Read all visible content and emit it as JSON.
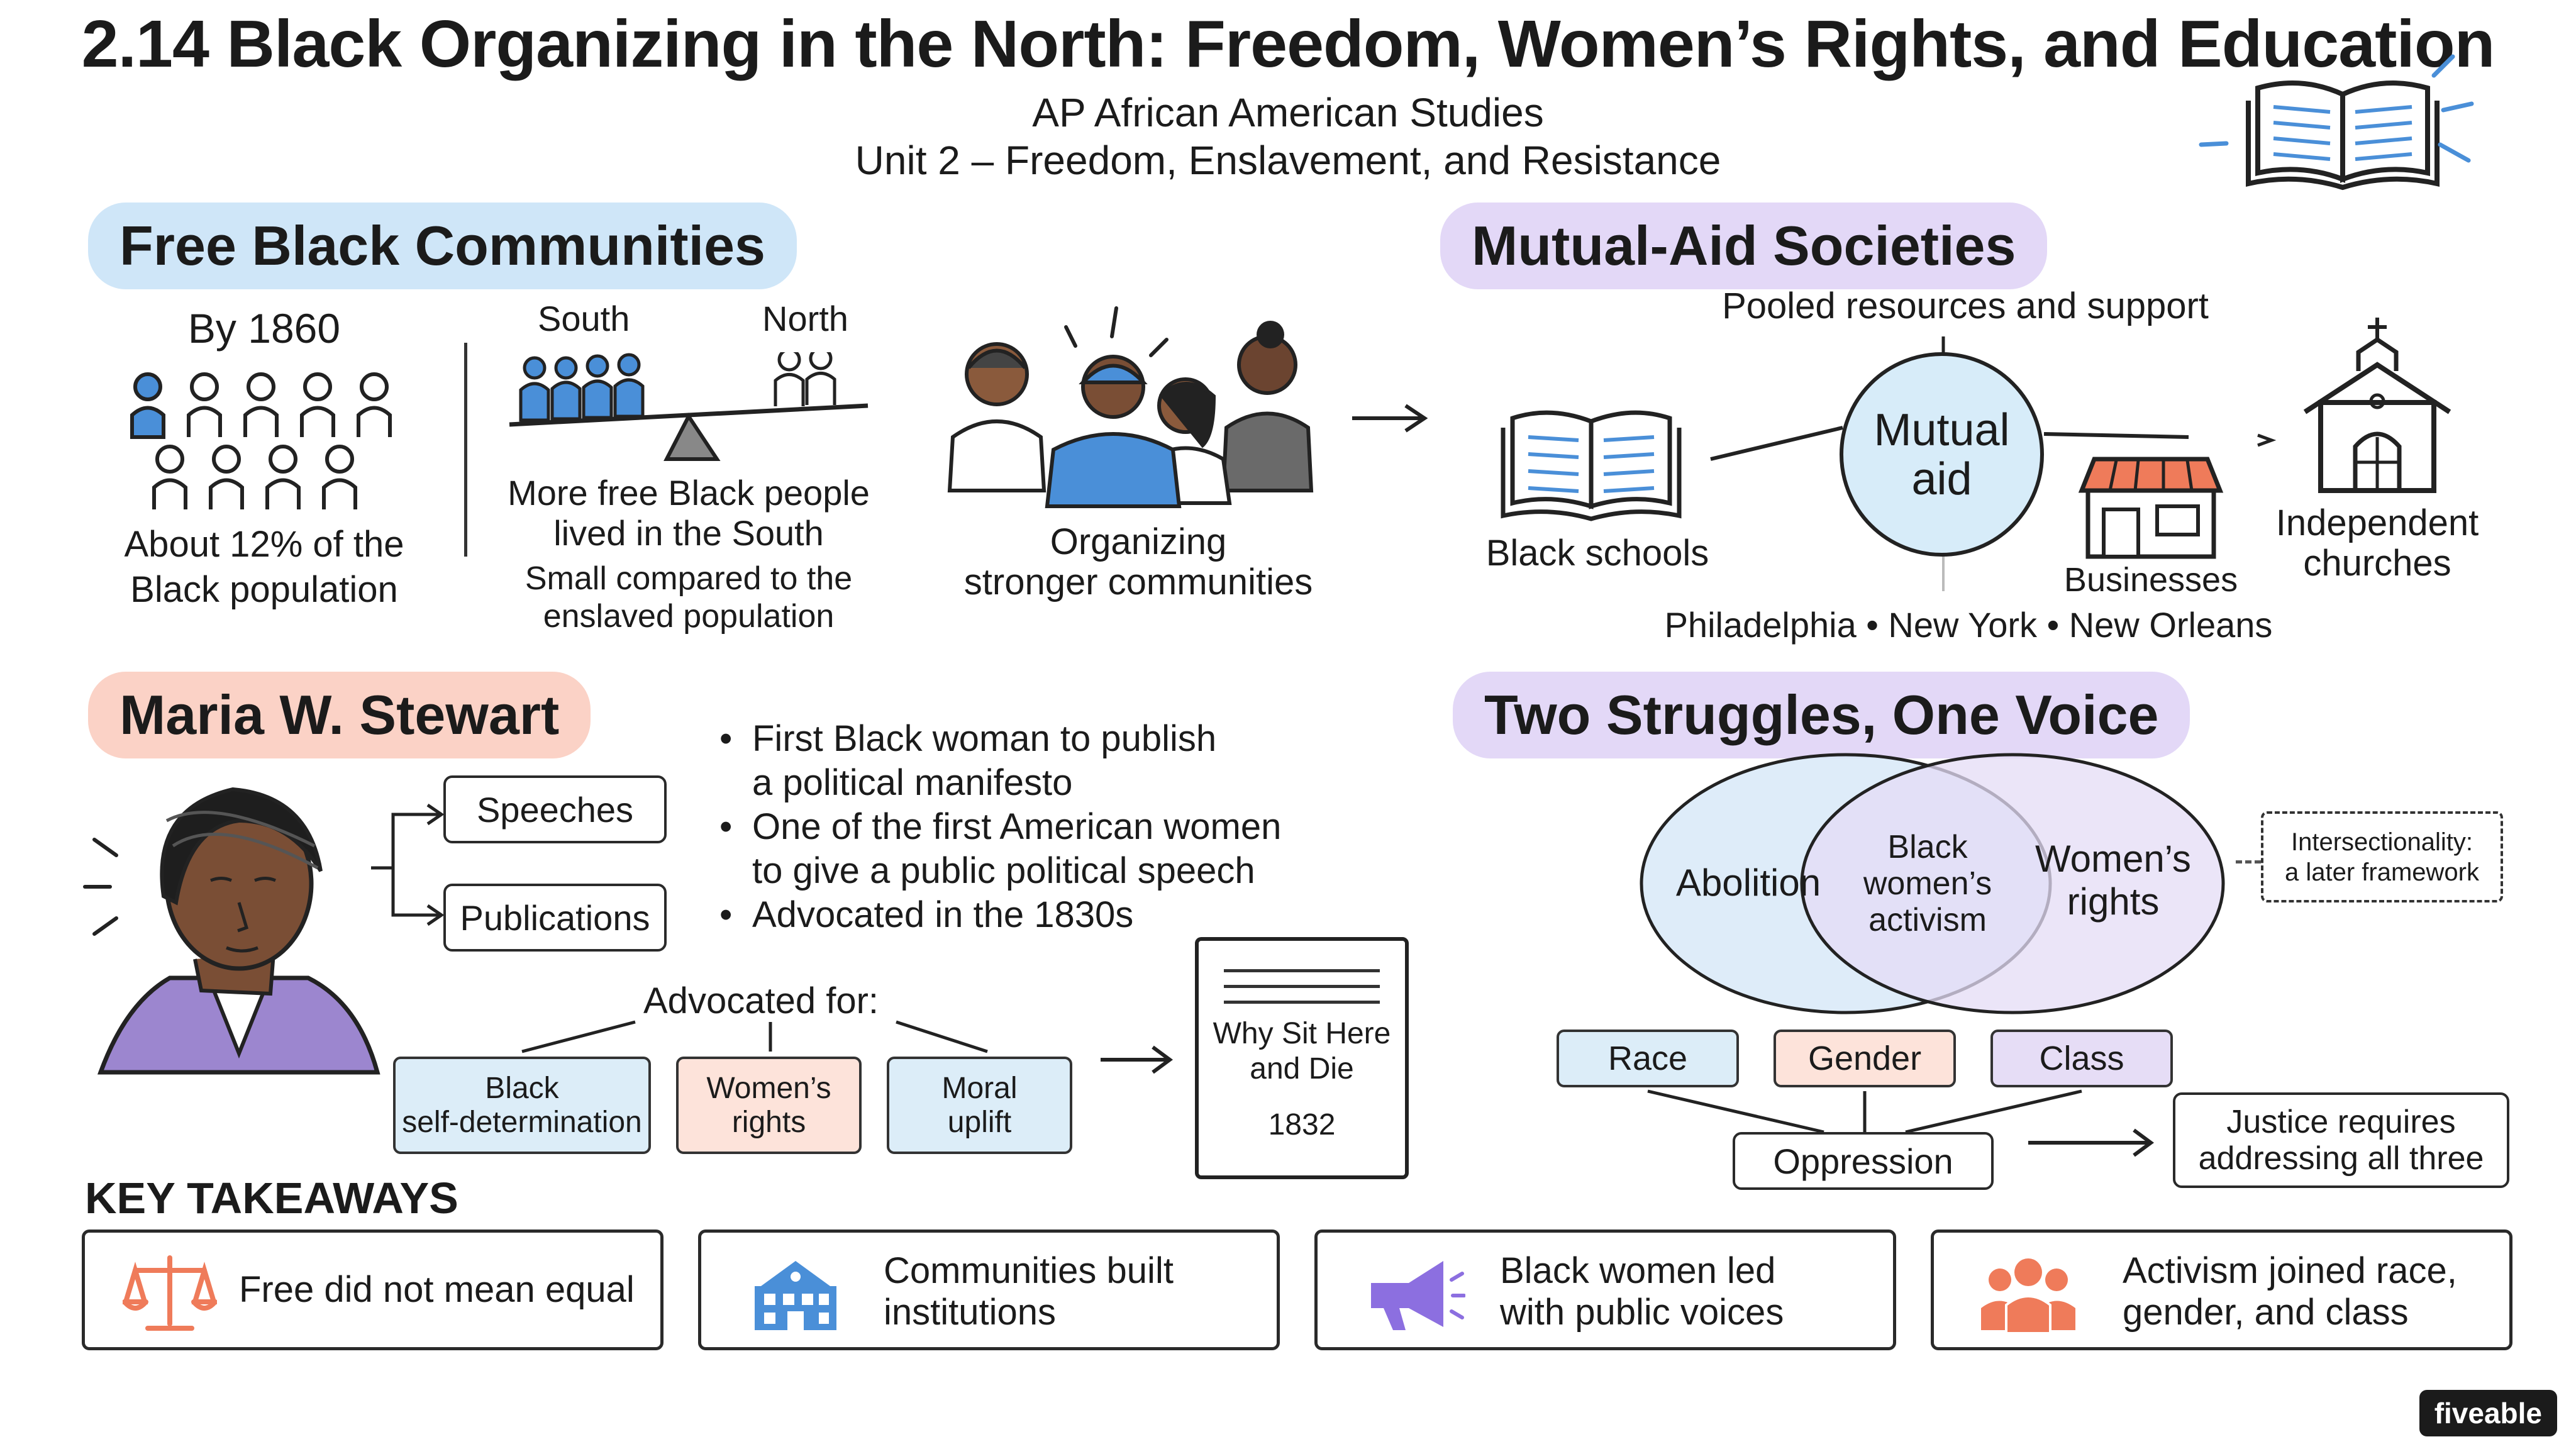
{
  "header": {
    "title": "2.14 Black Organizing in the North: Freedom, Women’s Rights, and Education",
    "course": "AP African American Studies",
    "unit": "Unit 2 – Freedom, Enslavement, and Resistance"
  },
  "free_black": {
    "title": "Free Black Communities",
    "by_year": "By 1860",
    "share_line1": "About 12% of the",
    "share_line2": "Black population",
    "share_percent": 12,
    "south_label": "South",
    "north_label": "North",
    "south_line1": "More free Black people",
    "south_line2": "lived in the South",
    "small_line1": "Small compared to the",
    "small_line2": "enslaved population",
    "org_line1": "Organizing",
    "org_line2": "stronger communities"
  },
  "mutual_aid": {
    "title": "Mutual-Aid Societies",
    "pooled": "Pooled resources and support",
    "center_line1": "Mutual",
    "center_line2": "aid",
    "schools": "Black schools",
    "businesses": "Businesses",
    "churches_line1": "Independent",
    "churches_line2": "churches",
    "cities": "Philadelphia • New York • New Orleans"
  },
  "stewart": {
    "title": "Maria W. Stewart",
    "speeches": "Speeches",
    "publications": "Publications",
    "bullets": [
      {
        "l1": "First Black woman to publish",
        "l2": "a political manifesto"
      },
      {
        "l1": "One of the first American women",
        "l2": "to give a public political speech"
      },
      {
        "l1": "Advocated in the 1830s",
        "l2": ""
      }
    ],
    "advocated_for": "Advocated for:",
    "pill1_l1": "Black",
    "pill1_l2": "self-determination",
    "pill2_l1": "Women’s",
    "pill2_l2": "rights",
    "pill3_l1": "Moral",
    "pill3_l2": "uplift",
    "doc_l1": "Why Sit Here",
    "doc_l2": "and Die",
    "doc_year": "1832"
  },
  "two_struggles": {
    "title": "Two Struggles, One Voice",
    "abolition": "Abolition",
    "center_l1": "Black",
    "center_l2": "women’s",
    "center_l3": "activism",
    "womens_l1": "Women’s",
    "womens_l2": "rights",
    "inter_l1": "Intersectionality:",
    "inter_l2": "a later framework",
    "race": "Race",
    "gender": "Gender",
    "class": "Class",
    "oppression": "Oppression",
    "justice_l1": "Justice requires",
    "justice_l2": "addressing all three"
  },
  "takeaways": {
    "heading": "KEY TAKEAWAYS",
    "items": [
      {
        "l1": "Free did not mean equal",
        "l2": "",
        "icon": "scales-icon"
      },
      {
        "l1": "Communities built",
        "l2": "institutions",
        "icon": "building-icon"
      },
      {
        "l1": "Black women led",
        "l2": "with public voices",
        "icon": "megaphone-icon"
      },
      {
        "l1": "Activism joined race,",
        "l2": "gender, and class",
        "icon": "people-icon"
      }
    ]
  },
  "brand": "fiveable",
  "colors": {
    "accent_blue": "#4a8fd8",
    "highlight_blue": "#cfe6f8",
    "highlight_purple": "#e3d8f7",
    "highlight_salmon": "#fbd2c6",
    "icon_orange": "#ef7b5a",
    "icon_purple": "#8c6fe0"
  }
}
